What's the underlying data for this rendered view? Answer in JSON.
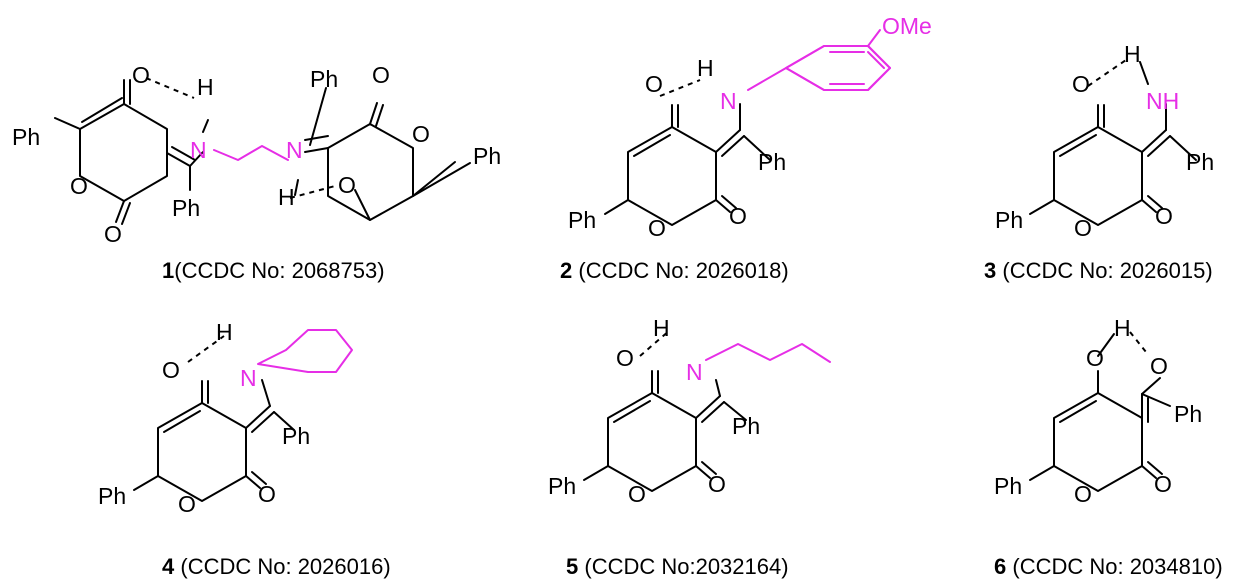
{
  "colors": {
    "bond": "#000000",
    "amine": "#e62ee6",
    "background": "#ffffff"
  },
  "compounds": [
    {
      "id": "1",
      "ccdc_text": "(CCDC No: 2068753)"
    },
    {
      "id": "2",
      "ccdc_text": " (CCDC No: 2026018)"
    },
    {
      "id": "3",
      "ccdc_text": " (CCDC No: 2026015)"
    },
    {
      "id": "4",
      "ccdc_text": " (CCDC No: 2026016)"
    },
    {
      "id": "5",
      "ccdc_text": " (CCDC No:2032164)"
    },
    {
      "id": "6",
      "ccdc_text": " (CCDC No: 2034810)"
    }
  ],
  "atoms": {
    "phenyl": "Ph",
    "oxygen": "O",
    "hydrogen": "H",
    "nitrogen": "N",
    "amine": "NH",
    "methoxy": "OMe"
  }
}
